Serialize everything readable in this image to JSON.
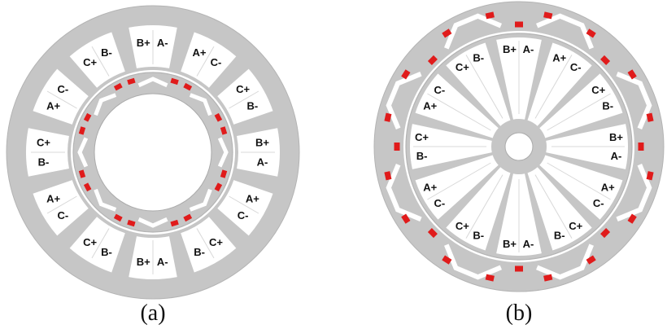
{
  "panels": [
    {
      "caption": "(a)",
      "slot_labels": [
        [
          "B+",
          "A-"
        ],
        [
          "A+",
          "C-"
        ],
        [
          "C+",
          "B-"
        ],
        [
          "B+",
          "A-"
        ],
        [
          "A+",
          "C-"
        ],
        [
          "C+",
          "B-"
        ],
        [
          "A-",
          "B+"
        ],
        [
          "B-",
          "C+"
        ],
        [
          "C-",
          "A+"
        ],
        [
          "B-",
          "C+"
        ],
        [
          "A+",
          "C-"
        ],
        [
          "C+",
          "B-"
        ]
      ]
    },
    {
      "caption": "(b)",
      "slot_labels": [
        [
          "B+",
          "A-"
        ],
        [
          "A+",
          "C-"
        ],
        [
          "C+",
          "B-"
        ],
        [
          "B+",
          "A-"
        ],
        [
          "A+",
          "C-"
        ],
        [
          "C+",
          "B-"
        ],
        [
          "A-",
          "B+"
        ],
        [
          "B-",
          "C+"
        ],
        [
          "C-",
          "A+"
        ],
        [
          "B-",
          "C+"
        ],
        [
          "A+",
          "C-"
        ],
        [
          "C+",
          "B-"
        ]
      ]
    }
  ],
  "colors": {
    "iron": "#c6c6c6",
    "iron_edge": "#b4b4b4",
    "slot": "#ffffff",
    "magnet": "#e01b1b",
    "background": "#ffffff"
  }
}
